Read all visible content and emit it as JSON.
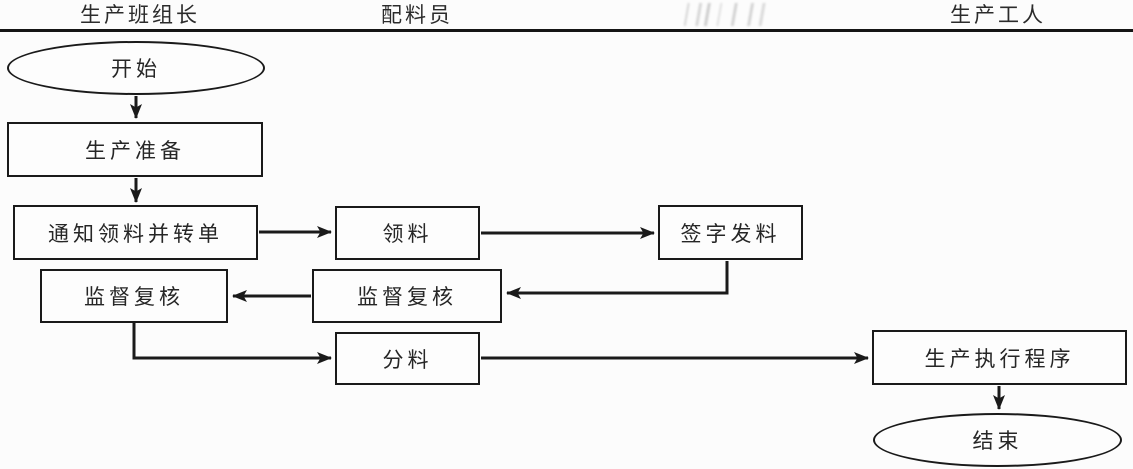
{
  "diagram": {
    "title_hint": "production material flow swimlane flowchart",
    "ink_color": "#1a1a1a",
    "background_color": "#fcfcfc"
  },
  "header": {
    "columns": [
      {
        "id": "lane-team-leader",
        "label": "生产班组长"
      },
      {
        "id": "lane-material-preparer",
        "label": "配料员"
      },
      {
        "id": "lane-illegible",
        "label": "",
        "illegible": true
      },
      {
        "id": "lane-production-worker",
        "label": "生产工人"
      }
    ]
  },
  "flowchart": {
    "nodes": [
      {
        "id": "start",
        "type": "ellipse",
        "lane": 0,
        "label": "开始"
      },
      {
        "id": "production-preparation",
        "type": "rect",
        "lane": 0,
        "label": "生产准备"
      },
      {
        "id": "notify-pick-and-transfer",
        "type": "rect",
        "lane": 0,
        "label": "通知领料并转单"
      },
      {
        "id": "supervise-review-left",
        "type": "rect",
        "lane": 0,
        "label": "监督复核"
      },
      {
        "id": "pick-material",
        "type": "rect",
        "lane": 1,
        "label": "领料"
      },
      {
        "id": "supervise-review-mid",
        "type": "rect",
        "lane": 1,
        "label": "监督复核"
      },
      {
        "id": "sign-and-issue",
        "type": "rect",
        "lane": 2,
        "label": "签字发料"
      },
      {
        "id": "distribute-material",
        "type": "rect",
        "lane": 1,
        "label": "分料"
      },
      {
        "id": "production-execution",
        "type": "rect",
        "lane": 3,
        "label": "生产执行程序"
      },
      {
        "id": "end",
        "type": "ellipse",
        "lane": 3,
        "label": "结束"
      }
    ],
    "edges": [
      {
        "from": "start",
        "to": "production-preparation"
      },
      {
        "from": "production-preparation",
        "to": "notify-pick-and-transfer"
      },
      {
        "from": "notify-pick-and-transfer",
        "to": "pick-material"
      },
      {
        "from": "pick-material",
        "to": "sign-and-issue"
      },
      {
        "from": "sign-and-issue",
        "to": "supervise-review-mid"
      },
      {
        "from": "supervise-review-mid",
        "to": "supervise-review-left"
      },
      {
        "from": "supervise-review-left",
        "to": "distribute-material"
      },
      {
        "from": "distribute-material",
        "to": "production-execution"
      },
      {
        "from": "production-execution",
        "to": "end"
      }
    ]
  }
}
